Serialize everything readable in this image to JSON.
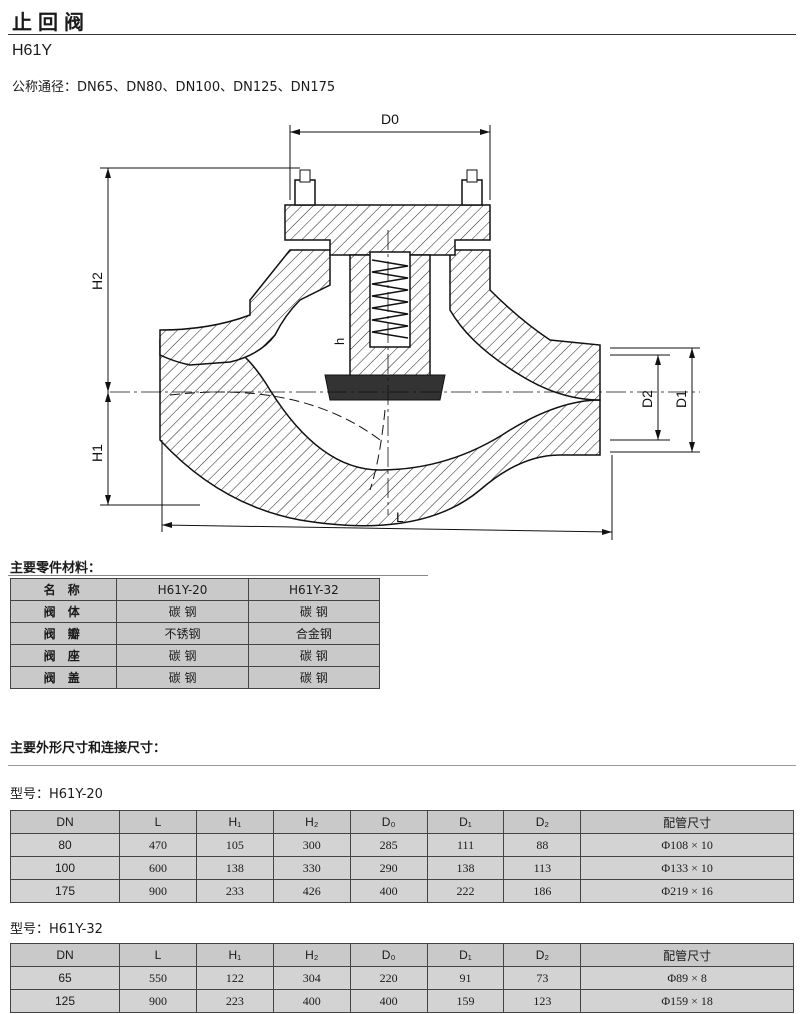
{
  "header": {
    "title": "止回阀",
    "model": "H61Y",
    "nominal_sizes": "公称通径：DN65、DN80、DN100、DN125、DN175"
  },
  "drawing": {
    "labels": {
      "d0": "D0",
      "h2": "H2",
      "h1": "H1",
      "h": "h",
      "d2": "D2",
      "d1": "D1",
      "l": "L"
    }
  },
  "materials": {
    "heading": "主要零件材料：",
    "columns": [
      "名 称",
      "H61Y-20",
      "H61Y-32"
    ],
    "rows": [
      [
        "阀 体",
        "碳  钢",
        "碳  钢"
      ],
      [
        "阀 瓣",
        "不锈钢",
        "合金钢"
      ],
      [
        "阀 座",
        "碳  钢",
        "碳  钢"
      ],
      [
        "阀 盖",
        "碳  钢",
        "碳  钢"
      ]
    ]
  },
  "dimensions": {
    "heading": "主要外形尺寸和连接尺寸：",
    "tables": [
      {
        "model_label": "型号：H61Y-20",
        "columns": [
          "DN",
          "L",
          "H₁",
          "H₂",
          "D₀",
          "D₁",
          "D₂",
          "配管尺寸"
        ],
        "rows": [
          [
            "80",
            "470",
            "105",
            "300",
            "285",
            "111",
            "88",
            "Φ108 × 10"
          ],
          [
            "100",
            "600",
            "138",
            "330",
            "290",
            "138",
            "113",
            "Φ133 × 10"
          ],
          [
            "175",
            "900",
            "233",
            "426",
            "400",
            "222",
            "186",
            "Φ219 × 16"
          ]
        ]
      },
      {
        "model_label": "型号：H61Y-32",
        "columns": [
          "DN",
          "L",
          "H₁",
          "H₂",
          "D₀",
          "D₁",
          "D₂",
          "配管尺寸"
        ],
        "rows": [
          [
            "65",
            "550",
            "122",
            "304",
            "220",
            "91",
            "73",
            "Φ89 × 8"
          ],
          [
            "125",
            "900",
            "223",
            "400",
            "400",
            "159",
            "123",
            "Φ159 × 18"
          ]
        ]
      }
    ]
  }
}
